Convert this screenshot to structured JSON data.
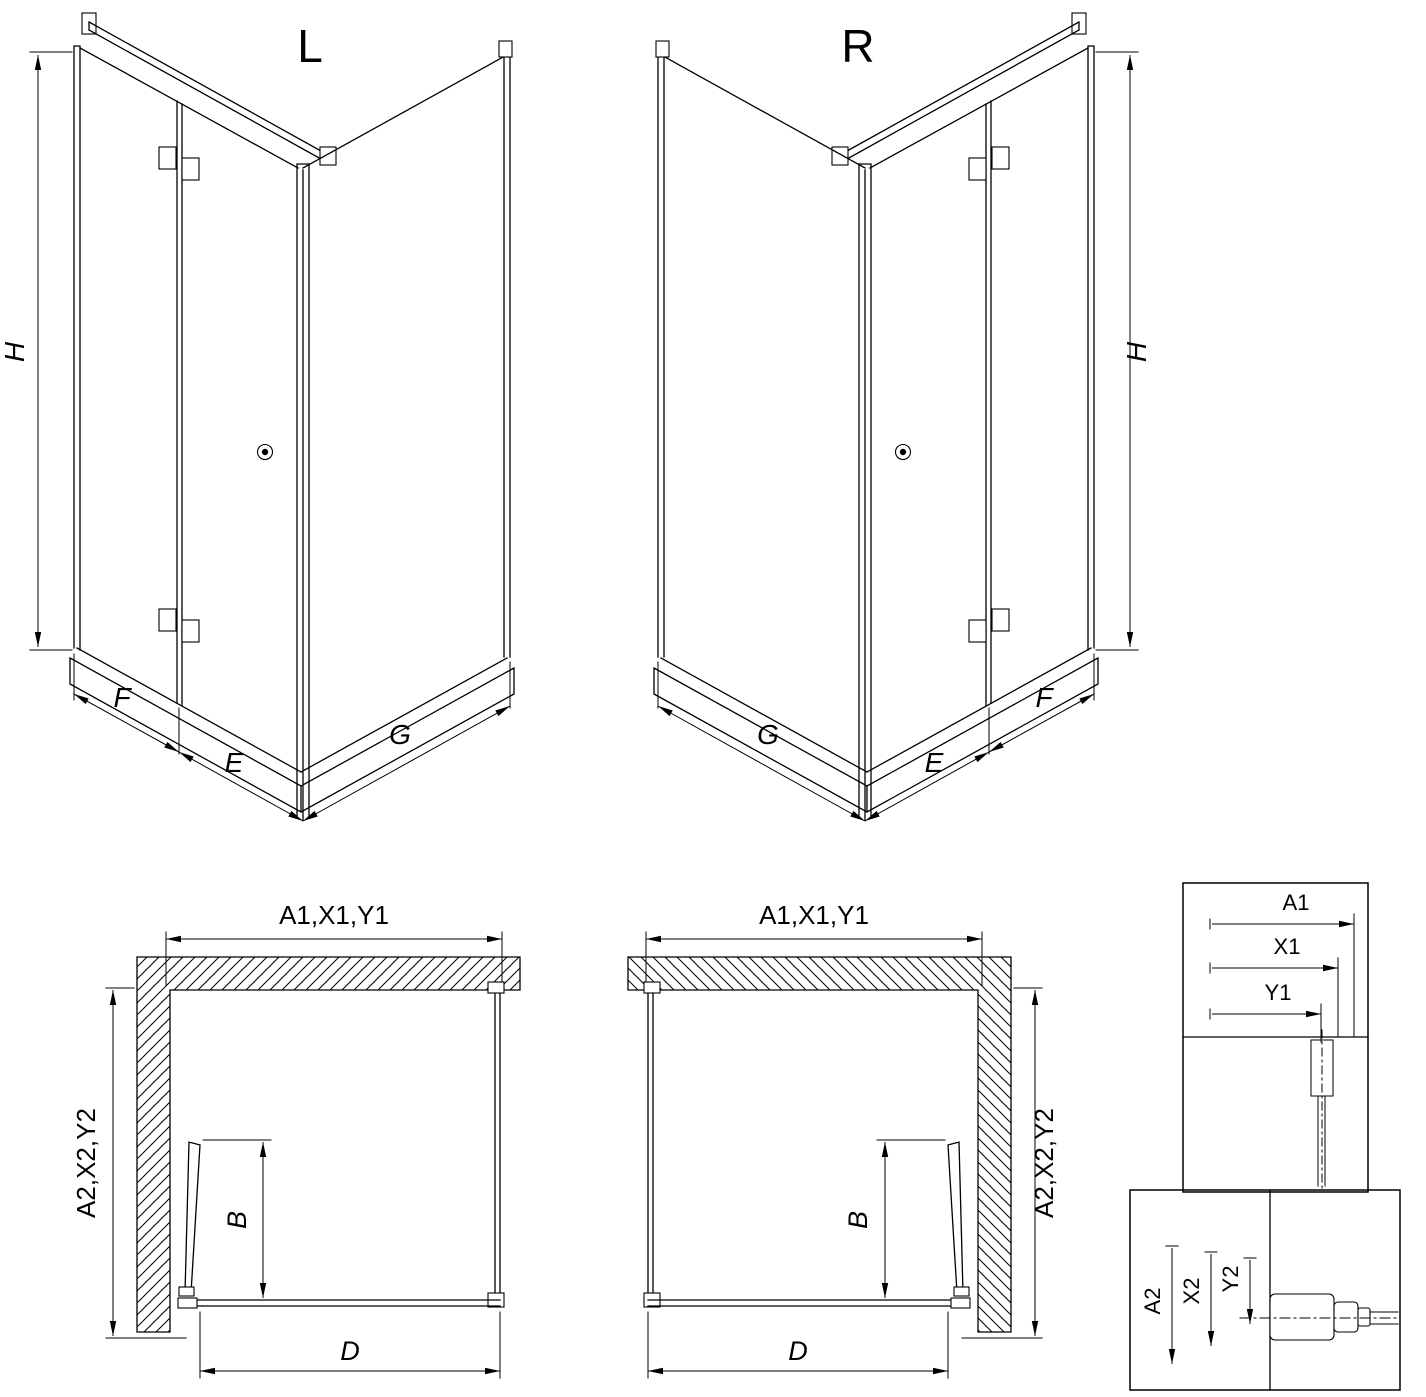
{
  "page": {
    "background": "#ffffff",
    "line_color": "#000000",
    "drawing_type": "corner shower enclosure technical drawing"
  },
  "iso_views": {
    "left": {
      "variant_label": "L",
      "dim_height": "H",
      "dim_door_panel": "F",
      "dim_fixed_panel": "E",
      "dim_side_panel": "G"
    },
    "right": {
      "variant_label": "R",
      "dim_height": "H",
      "dim_door_panel": "F",
      "dim_fixed_panel": "E",
      "dim_side_panel": "G"
    }
  },
  "plan_views": {
    "left": {
      "dim_width": "A1,X1,Y1",
      "dim_depth": "A2,X2,Y2",
      "dim_door_opening": "B",
      "dim_entry_width": "D"
    },
    "right": {
      "dim_width": "A1,X1,Y1",
      "dim_depth": "A2,X2,Y2",
      "dim_door_opening": "B",
      "dim_entry_width": "D"
    }
  },
  "details": {
    "top_profile": {
      "dim_a1": "A1",
      "dim_x1": "X1",
      "dim_y1": "Y1"
    },
    "bottom_profile": {
      "dim_a2": "A2",
      "dim_x2": "X2",
      "dim_y2": "Y2"
    }
  }
}
